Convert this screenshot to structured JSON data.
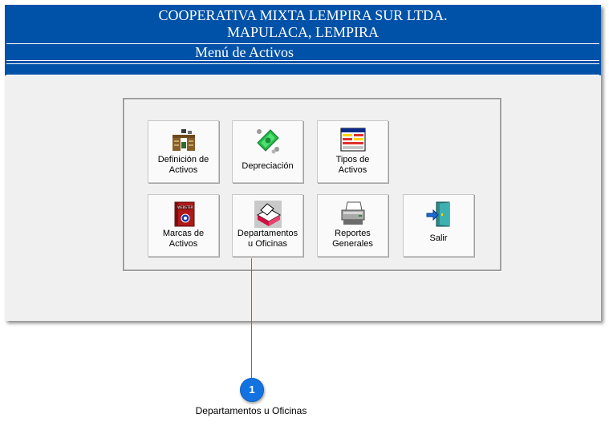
{
  "header": {
    "org_name": "COOPERATIVA MIXTA LEMPIRA SUR LTDA.",
    "location": "MAPULACA, LEMPIRA",
    "menu_title": "Menú de Activos"
  },
  "buttons": {
    "definicion": {
      "line1": "Definición de",
      "line2": "Activos",
      "icon": "desk-icon"
    },
    "depreciacion": {
      "label": "Depreciación",
      "icon": "money-icon"
    },
    "tipos": {
      "line1": "Tipos de",
      "line2": "Activos",
      "icon": "form-window-icon"
    },
    "marcas": {
      "line1": "Marcas de",
      "line2": "Activos",
      "icon": "webster-book-icon"
    },
    "departamentos": {
      "line1": "Departamentos",
      "line2": "u Oficinas",
      "icon": "card-file-icon"
    },
    "reportes": {
      "line1": "Reportes",
      "line2": "Generales",
      "icon": "printer-icon"
    },
    "salir": {
      "label": "Salir",
      "icon": "exit-door-icon"
    }
  },
  "callout": {
    "number": "1",
    "text": "Departamentos u Oficinas",
    "color": "#1273e0"
  },
  "colors": {
    "header_blue": "#0052a8",
    "window_bg": "#f0f0f0"
  }
}
